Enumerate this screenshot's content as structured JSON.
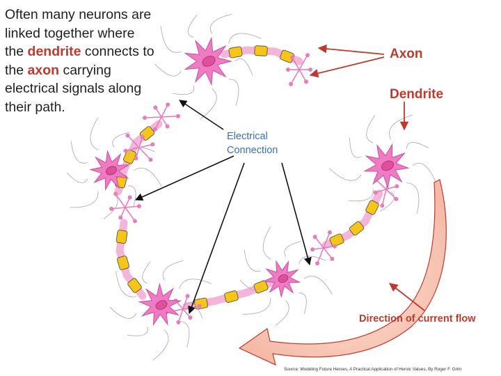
{
  "intro": {
    "text_before_dendrite": "Often many neurons are linked together where the ",
    "dendrite_word": "dendrite",
    "text_between": " connects to the ",
    "axon_word": "axon",
    "text_after": " carrying electrical signals along their path."
  },
  "labels": {
    "axon": "Axon",
    "dendrite": "Dendrite",
    "electrical_connection_line1": "Electrical",
    "electrical_connection_line2": "Connection",
    "direction": "Direction of current flow"
  },
  "source": "Source: Modeling Future Heroes, A Practical Application of Heroic Values, By Roger F. Grim",
  "colors": {
    "label_red": "#c0392b",
    "label_blue": "#3a6fb8",
    "axon_pink": "#f4b6d8",
    "myelin_yellow": "#f5c518",
    "soma_pink": "#f07ac4",
    "nucleus": "#e0509a",
    "dendrite_lines": "#e67cc0",
    "faint_lines": "#b9a6c8",
    "arrow_fill": "#fbd6c9",
    "arrow_stroke": "#c0392b"
  }
}
